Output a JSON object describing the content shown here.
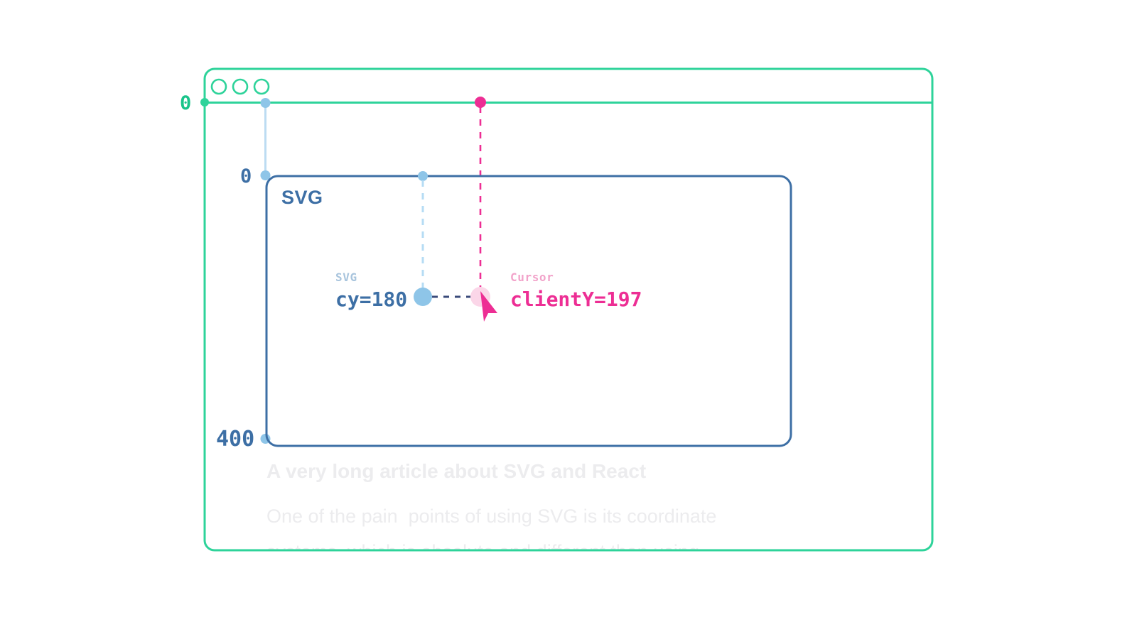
{
  "browser_window": {
    "name": "browser-chrome",
    "traffic_lights": [
      "close-circle",
      "minimize-circle",
      "zoom-circle"
    ],
    "frame_color": "#2ed39a"
  },
  "axes": {
    "viewport_origin_label": "0",
    "svg_origin_label": "0",
    "svg_height_label": "400"
  },
  "svg_box": {
    "heading": "SVG",
    "border_color": "#3d6fa5"
  },
  "annotations": [
    {
      "name": "svg-coordinate-annotation",
      "kicker": "SVG",
      "value": "cy=180",
      "kicker_color": "#a8c4dd",
      "value_color": "#3d6fa5"
    },
    {
      "name": "cursor-coordinate-annotation",
      "kicker": "Cursor",
      "value": "clientY=197",
      "kicker_color": "#f2a3ca",
      "value_color": "#ed2e94"
    }
  ],
  "cursor": {
    "name": "mouse-pointer",
    "color": "#ed2e94",
    "halo_color": "#fbd6e8"
  },
  "article": {
    "title": "A very long article about SVG and React",
    "paragraph_line_1": "One of the pain  points of using SVG is its coordinate",
    "paragraph_line_2": "systems, which is absolute and different than using",
    "text_color": "#ececee"
  },
  "colors": {
    "green": "#2ed39a",
    "blue": "#3d6fa5",
    "light_blue": "#8ec5e8",
    "pale_blue": "#bcdcf2",
    "pink": "#ed2e94",
    "pale_pink": "#fbd6e8",
    "navy_dash": "#3a4a7a"
  }
}
